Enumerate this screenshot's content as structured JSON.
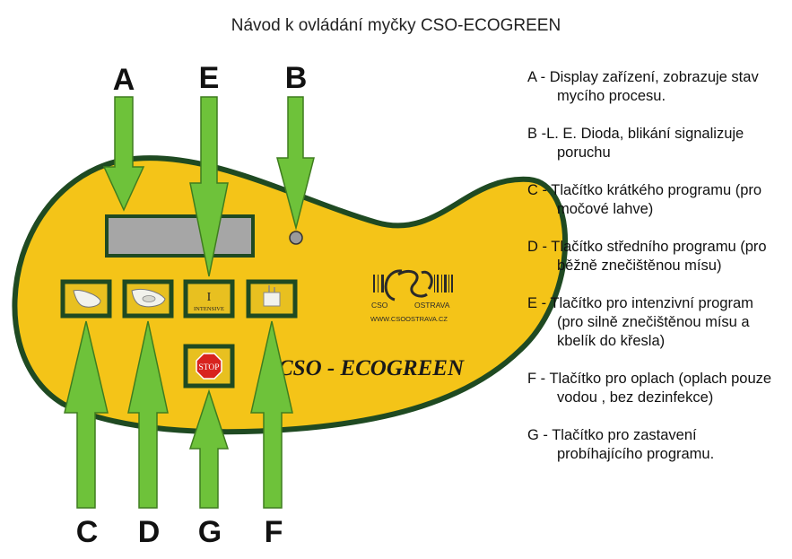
{
  "title": "Návod k ovládání myčky CSO-ECOGREEN",
  "panel": {
    "brand": "CSO - ECOGREEN",
    "logo": {
      "left": "CSO",
      "right": "OSTRAVA",
      "url": "WWW.CSOOSTRAVA.CZ"
    },
    "intensive_button": {
      "numeral": "I",
      "label": "INTENSIVE"
    },
    "stop_button": {
      "label": "STOP"
    }
  },
  "labels": {
    "a": "A",
    "b": "B",
    "c": "C",
    "d": "D",
    "e": "E",
    "f": "F",
    "g": "G"
  },
  "legend": [
    {
      "key": "A",
      "text": "A - Display zařízení, zobrazuje stav mycího procesu."
    },
    {
      "key": "B",
      "text": "B -L. E. Dioda, blikání signalizuje poruchu"
    },
    {
      "key": "C",
      "text": "C - Tlačítko krátkého programu (pro močové lahve)"
    },
    {
      "key": "D",
      "text": "D - Tlačítko středního programu (pro běžně znečištěnou mísu)"
    },
    {
      "key": "E",
      "text": "E - Tlačítko pro intenzivní program (pro silně znečištěnou mísu a kbelík do křesla)"
    },
    {
      "key": "F",
      "text": "F - Tlačítko pro oplach (oplach pouze vodou , bez dezinfekce)"
    },
    {
      "key": "G",
      "text": "G - Tlačítko pro zastavení probíhajícího programu."
    }
  ],
  "colors": {
    "panel_fill": "#f4c418",
    "panel_border": "#1f4a22",
    "arrow": "#6ec23a",
    "display": "#a6a6a6"
  }
}
